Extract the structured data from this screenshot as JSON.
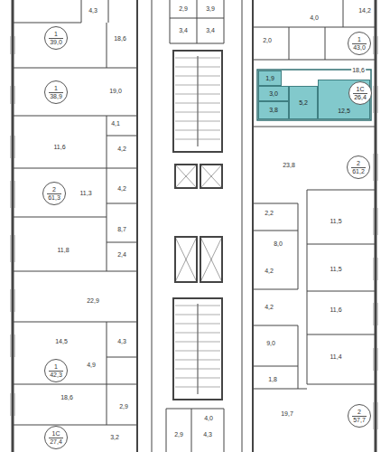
{
  "diagram": {
    "nodes": [
      {
        "text": [
          "1",
          "39,0"
        ]
      },
      {
        "text": [
          "1",
          "38,9"
        ]
      },
      {
        "text": [
          "2",
          "61,3"
        ]
      },
      {
        "text": [
          "1",
          "42,3"
        ]
      },
      {
        "text": [
          "1С",
          "27,4"
        ]
      },
      {
        "text": [
          "1",
          "43,0"
        ]
      },
      {
        "text": [
          "1,9"
        ]
      },
      {
        "text": [
          "3,0"
        ]
      },
      {
        "text": [
          "3,8"
        ]
      },
      {
        "text": [
          "5,2"
        ]
      },
      {
        "text": [
          "12,5"
        ]
      },
      {
        "text": [
          "1С",
          "26,4"
        ],
        "in": 10
      },
      {
        "text": [
          "2",
          "61,2"
        ]
      },
      {
        "text": [
          "2",
          "57,7"
        ]
      }
    ],
    "labels": [
      "4,3",
      "18,6",
      "19,0",
      "4,1",
      "11,6",
      "4,2",
      "11,3",
      "4,2",
      "8,7",
      "11,8",
      "2,4",
      "22,9",
      "14,5",
      "4,3",
      "4,9",
      "18,6",
      "2,9",
      "3,2",
      "2,9",
      "3,9",
      "3,4",
      "3,4",
      "4,0",
      "2,9",
      "4,3",
      "14,2",
      "4,0",
      "2,0",
      "18,6",
      "23,8",
      "2,2",
      "11,5",
      "8,0",
      "11,5",
      "4,2",
      "4,2",
      "11,6",
      "9,0",
      "11,4",
      "1,8",
      "19,7"
    ]
  }
}
